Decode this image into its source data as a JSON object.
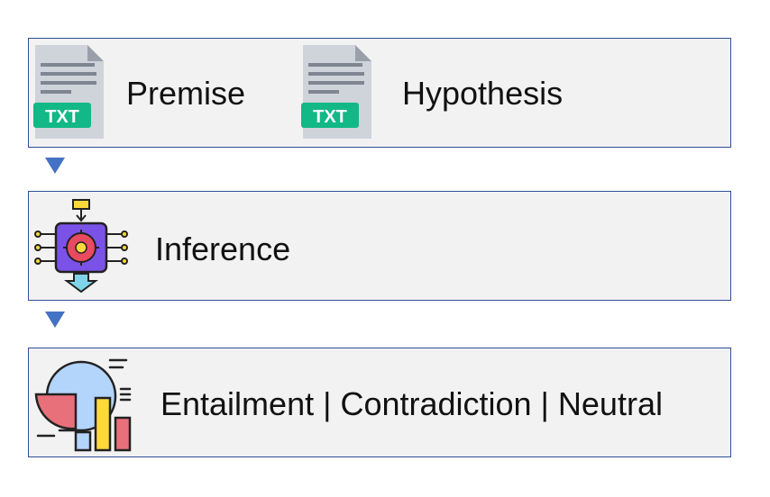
{
  "stages": {
    "input": {
      "premise": {
        "label": "Premise",
        "badge": "TXT"
      },
      "hypothesis": {
        "label": "Hypothesis",
        "badge": "TXT"
      }
    },
    "inference": {
      "label": "Inference"
    },
    "output": {
      "label": "Entailment | Contradiction | Neutral"
    }
  },
  "colors": {
    "box_border": "#2f4f96",
    "box_fill": "#f2f2f2",
    "arrow": "#4472c4",
    "txt_badge": "#12b886",
    "doc_page": "#cfd3da",
    "chip": "#7b52e8"
  },
  "icons": {
    "premise": "text-file-icon",
    "hypothesis": "text-file-icon",
    "inference": "ai-chip-icon",
    "output": "analytics-chart-icon",
    "connector": "triangle-down-arrow-icon"
  }
}
